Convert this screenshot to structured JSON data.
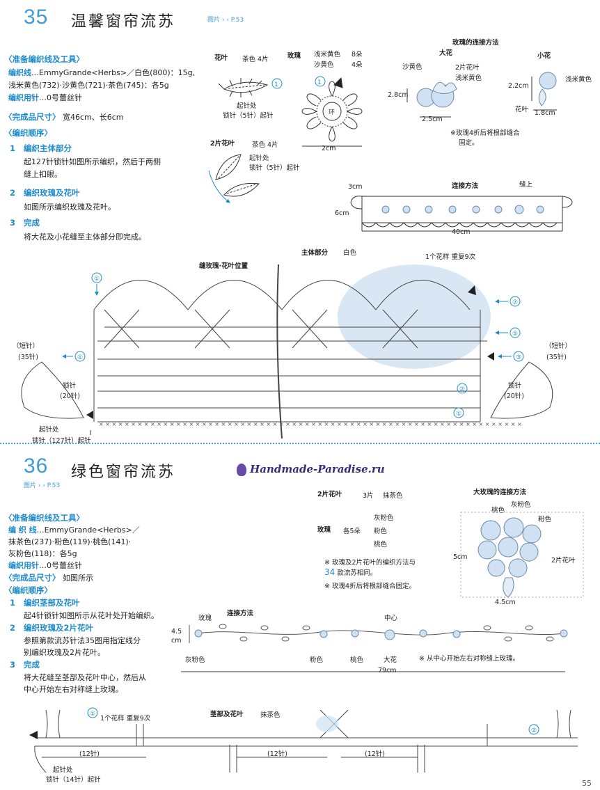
{
  "p35": {
    "number": "35",
    "title": "温馨窗帘流苏",
    "ref": "图片 › › P.53",
    "materials_head": "〈准备编织线及工具〉",
    "yarn_label": "编织线",
    "yarn_text": "…EmmyGrande<Herbs>／白色(800)：15g,",
    "yarn_text2": "浅米黄色(732)·沙黄色(721)·茶色(745)：各5g",
    "hook_label": "编织用针",
    "hook_text": "…0号蕾丝针",
    "size_head": "〈完成品尺寸〉",
    "size_text": "宽46cm、长6cm",
    "order_head": "〈编织顺序〉",
    "steps": [
      {
        "n": "1",
        "title": "编织主体部分",
        "text1": "起127针锁针如图所示编织，然后于两侧",
        "text2": "缝上扣眼。"
      },
      {
        "n": "2",
        "title": "编织玫瑰及花叶",
        "text1": "如图所示编织玫瑰及花叶。",
        "text2": ""
      },
      {
        "n": "3",
        "title": "完成",
        "text1": "将大花及小花缝至主体部分即完成。",
        "text2": ""
      }
    ],
    "leaf_label": "花叶",
    "leaf_color": "茶色 4片",
    "leaf_start": "起针处",
    "leaf_chain": "锁针（5针）起针",
    "leaf2_label": "2片花叶",
    "leaf2_color": "茶色 4片",
    "leaf2_start": "起针处",
    "leaf2_chain": "锁针（5针）起针",
    "rose_label": "玫瑰",
    "rose_c1": "浅米黄色",
    "rose_q1": "8朵",
    "rose_c2": "沙黄色",
    "rose_q2": "4朵",
    "rose_ring": "环",
    "rose_width": "2cm",
    "conn_title": "玫瑰的连接方法",
    "big_flower": "大花",
    "small_flower": "小花",
    "big_c1": "沙黄色",
    "big_c2": "2片花叶",
    "big_c3": "浅米黄色",
    "big_h": "2.8cm",
    "big_w": "2.5cm",
    "small_c1": "浅米黄色",
    "small_h": "2.2cm",
    "small_leaf": "花叶",
    "small_w": "1.8cm",
    "fold_note1": "※玫瑰4折后将根部缝合",
    "fold_note2": "固定。",
    "join_title": "连接方法",
    "join_sew": "缝上",
    "join_3cm": "3cm",
    "join_6cm": "6cm",
    "join_40cm": "40cm",
    "body_label": "主体部分",
    "body_color": "白色",
    "sew_pos": "缝玫瑰·花叶位置",
    "repeat": "1个花样 重复9次",
    "short_l": "（短针）",
    "short_l_n": "(35针)",
    "short_r": "（短针）",
    "short_r_n": "(35针)",
    "chain_l": "锁针",
    "chain_l_n": "(20针)",
    "chain_r": "锁针",
    "chain_r_n": "(20针)",
    "start": "起针处",
    "start_chain": "锁针（127针）起针",
    "rows": [
      "①",
      "②",
      "③",
      "⑤",
      "⑦"
    ]
  },
  "watermark": "Handmade-Paradise.ru",
  "p36": {
    "number": "36",
    "title": "绿色窗帘流苏",
    "ref": "图片 › › P.53",
    "materials_head": "〈准备编织线及工具〉",
    "yarn_label": "编 织 线",
    "yarn_text": "…EmmyGrande<Herbs>／",
    "yarn_text2": "抹茶色(237)·粉色(119)·桃色(141)·",
    "yarn_text3": "灰粉色(118)：各5g",
    "hook_label": "编织用针",
    "hook_text": "…0号蕾丝针",
    "size_head": "〈完成品尺寸〉",
    "size_text": "如图所示",
    "order_head": "〈编织顺序〉",
    "steps": [
      {
        "n": "1",
        "title": "编织茎部及花叶",
        "text1": "起4针锁针如图所示从花叶处开始编织。",
        "text2": ""
      },
      {
        "n": "2",
        "title": "编织玫瑰及2片花叶",
        "text1": "参照第款流苏针法35图用指定线分",
        "text2": "别编织玫瑰及2片花叶。"
      },
      {
        "n": "3",
        "title": "完成",
        "text1": "将大花缝至茎部及花叶中心，然后从",
        "text2": "中心开始左右对称缝上玫瑰。"
      }
    ],
    "leaf2_label": "2片花叶",
    "leaf2_qty": "3片",
    "leaf2_color": "抹茶色",
    "rose_label": "玫瑰",
    "rose_qty": "各5朵",
    "rose_colors": [
      "灰粉色",
      "粉色",
      "桃色"
    ],
    "note1": "※ 玫瑰及2片花叶的编织方法与",
    "note2_num": "34",
    "note2": "款流苏相同。",
    "note3": "※ 玫瑰4折后将根部缝合固定。",
    "big_conn_title": "大玫瑰的连接方法",
    "big_c_peach": "桃色",
    "big_c_grey": "灰粉色",
    "big_c_pink": "粉色",
    "big_leaf": "2片花叶",
    "big_h": "5cm",
    "big_w": "4.5cm",
    "join_title": "连接方法",
    "join_rose": "玫瑰",
    "join_center": "中心",
    "join_h": "4.5",
    "join_cm": "cm",
    "join_grey": "灰粉色",
    "join_pink": "粉色",
    "join_peach": "桃色",
    "join_big": "大花",
    "join_note": "※ 从中心开始左右对称缝上玫瑰。",
    "join_len": "79cm",
    "stem_label": "茎部及花叶",
    "stem_color": "抹茶色",
    "repeat": "1个花样 重复9次",
    "twelve": "(12针)",
    "start": "起针处",
    "start_chain": "锁针（14针）起针",
    "rows": [
      "①",
      "②"
    ]
  },
  "page_number": "55",
  "colors": {
    "accent": "#1d8acb",
    "number": "#3f9bd6",
    "shade": "#cfe1f3"
  }
}
